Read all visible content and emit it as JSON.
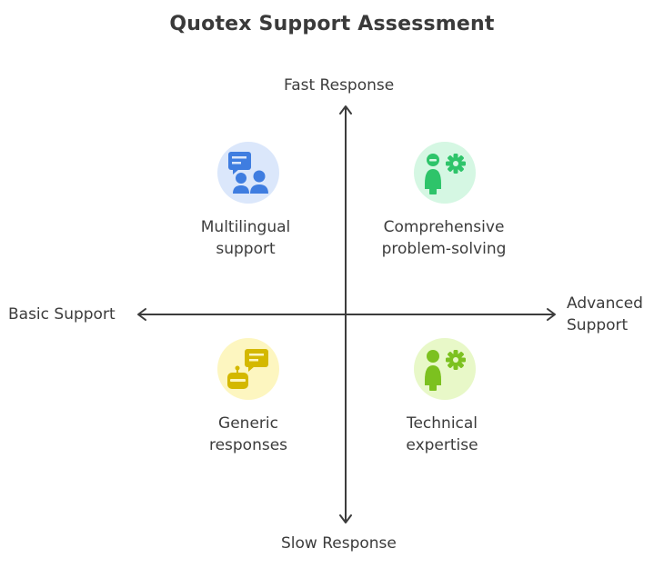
{
  "title": "Quotex Support Assessment",
  "axes": {
    "top": "Fast Response",
    "bottom": "Slow Response",
    "left": "Basic Support",
    "right_line1": "Advanced",
    "right_line2": "Support"
  },
  "quadrants": {
    "top_left": {
      "line1": "Multilingual",
      "line2": "support",
      "icon": "multilingual-chat-users-icon",
      "color": "#dbe7fb"
    },
    "top_right": {
      "line1": "Comprehensive",
      "line2": "problem-solving",
      "icon": "person-gear-icon",
      "color": "#d5f7e3"
    },
    "bottom_left": {
      "line1": "Generic",
      "line2": "responses",
      "icon": "robot-chat-icon",
      "color": "#fdf6c0"
    },
    "bottom_right": {
      "line1": "Technical",
      "line2": "expertise",
      "icon": "person-gear-icon",
      "color": "#e8f8c8"
    }
  },
  "colors": {
    "blue_icon": "#3f7de0",
    "green_icon": "#2ec46a",
    "yellow_icon": "#d4b800",
    "lime_icon": "#7cc11f",
    "axis": "#3c3c3c"
  }
}
